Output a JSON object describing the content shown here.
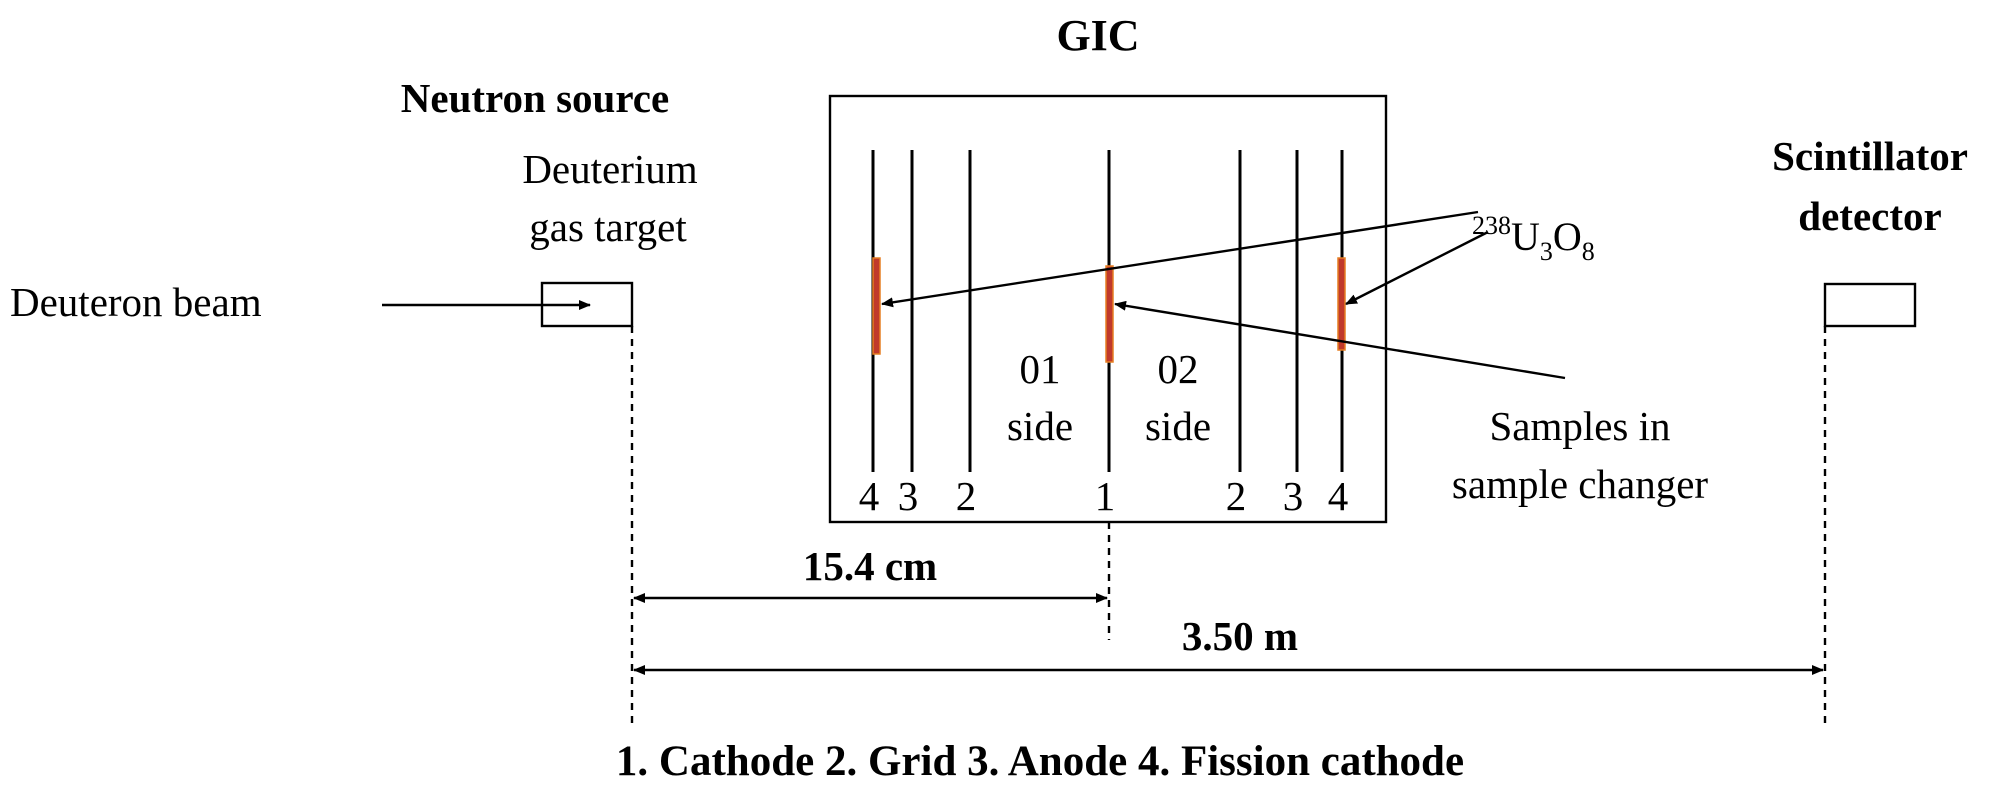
{
  "title": "GIC",
  "neutron_source": {
    "heading": "Neutron source",
    "target_line1": "Deuterium",
    "target_line2": "gas target",
    "beam_label": "Deuteron beam"
  },
  "detector": {
    "line1": "Scintillator",
    "line2": "detector"
  },
  "sample": {
    "mass_number": "238",
    "formula_U": "U",
    "sub_3": "3",
    "formula_O": "O",
    "sub_8": "8",
    "changer_line1": "Samples in",
    "changer_line2": "sample changer"
  },
  "sides": {
    "side01_num": "01",
    "side01_word": "side",
    "side02_num": "02",
    "side02_word": "side"
  },
  "electrodes": [
    "4",
    "3",
    "2",
    "1",
    "2",
    "3",
    "4"
  ],
  "distances": {
    "short": "15.4 cm",
    "long": "3.50 m"
  },
  "legend": "1. Cathode 2. Grid 3. Anode 4. Fission cathode",
  "colors": {
    "sample_fill": "#c0392b",
    "sample_edge": "#e67e22",
    "ink": "#000000"
  }
}
